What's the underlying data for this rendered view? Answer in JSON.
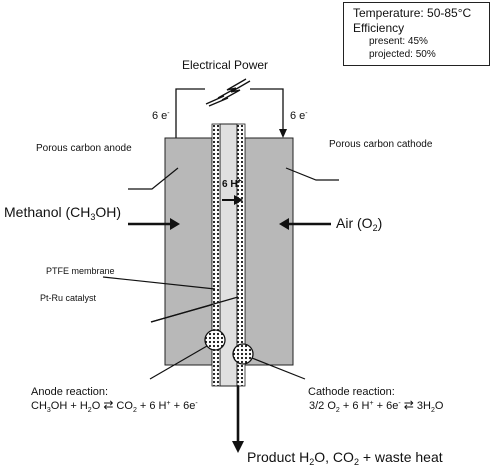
{
  "info_box": {
    "temperature": "Temperature: 50-85°C",
    "efficiency": "Efficiency",
    "present": "present: 45%",
    "projected": "projected: 50%"
  },
  "labels": {
    "electrical_power": "Electrical Power",
    "electrons_left": "6 e",
    "electrons_right": "6 e",
    "electron_superscript": "-",
    "anode": "Porous carbon anode",
    "cathode": "Porous carbon cathode",
    "hydrogen_ions": "6 H",
    "ion_charge": "+",
    "methanol": "Methanol (CH3OH)",
    "air": "Air (O2)",
    "membrane": "PTFE membrane",
    "catalyst": "Pt-Ru catalyst",
    "anode_reaction_title": "Anode reaction:",
    "anode_reaction": "CH3OH + H2O ⇄ CO2 + 6 H+ + 6e-",
    "cathode_reaction_title": "Cathode reaction:",
    "cathode_reaction": "3/2 O2 + 6 H+ + 6e- ⇄ 3H2O",
    "product": "Product H2O, CO2 + waste heat"
  },
  "colors": {
    "electrode": "#b8b8b8",
    "membrane": "#e0e0e0",
    "line": "#111111"
  }
}
